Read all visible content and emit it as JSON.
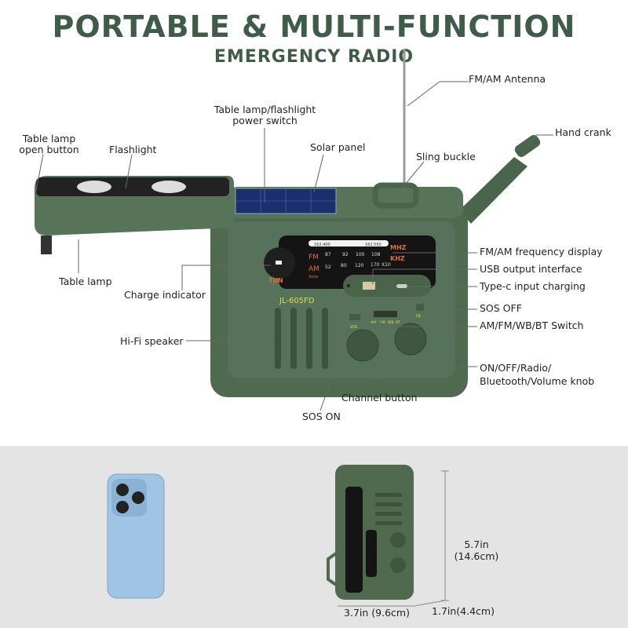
{
  "header": {
    "title": "PORTABLE & MULTI-FUNCTION",
    "subtitle": "EMERGENCY RADIO"
  },
  "labels": {
    "antenna": "FM/AM Antenna",
    "hand_crank": "Hand crank",
    "power_switch_1": "Table lamp/flashlight",
    "power_switch_2": "power switch",
    "lamp_open_1": "Table lamp",
    "lamp_open_2": "open button",
    "flashlight": "Flashlight",
    "solar_panel": "Solar panel",
    "sling_buckle": "Sling buckle",
    "table_lamp": "Table lamp",
    "charge_indicator": "Charge indicator",
    "speaker": "Hi-Fi speaker",
    "freq_display": "FM/AM frequency display",
    "usb": "USB output interface",
    "typec": "Type-c input charging",
    "sos_off": "SOS OFF",
    "band_switch": "AM/FM/WB/BT Switch",
    "knob_1": "ON/OFF/Radio/",
    "knob_2": "Bluetooth/Volume knob",
    "channel": "Channel button",
    "sos_on": "SOS ON"
  },
  "radio": {
    "model": "JL-605FD",
    "tun": "TUN",
    "fm": "FM",
    "am": "AM",
    "solar": "Solar",
    "mhz": "MHZ",
    "khz": "KHZ",
    "wb_low": "162.400",
    "wb_high": "162.550",
    "fm_scale": [
      "87",
      "92",
      "100",
      "108"
    ],
    "am_scale": [
      "52",
      "80",
      "120",
      "170",
      "X10"
    ],
    "sos": "SOS",
    "ol": "OL",
    "switch_positions": [
      "AM",
      "FM",
      "WB",
      "BT"
    ]
  },
  "dimensions": {
    "height_in": "5.7in",
    "height_cm": "(14.6cm)",
    "width": "3.7in (9.6cm)",
    "depth": "1.7in(4.4cm)"
  },
  "colors": {
    "title": "#3e5c47",
    "body": "#4f6a4e",
    "accent_orange": "#e0702a",
    "accent_yellow": "#d8e23a"
  }
}
